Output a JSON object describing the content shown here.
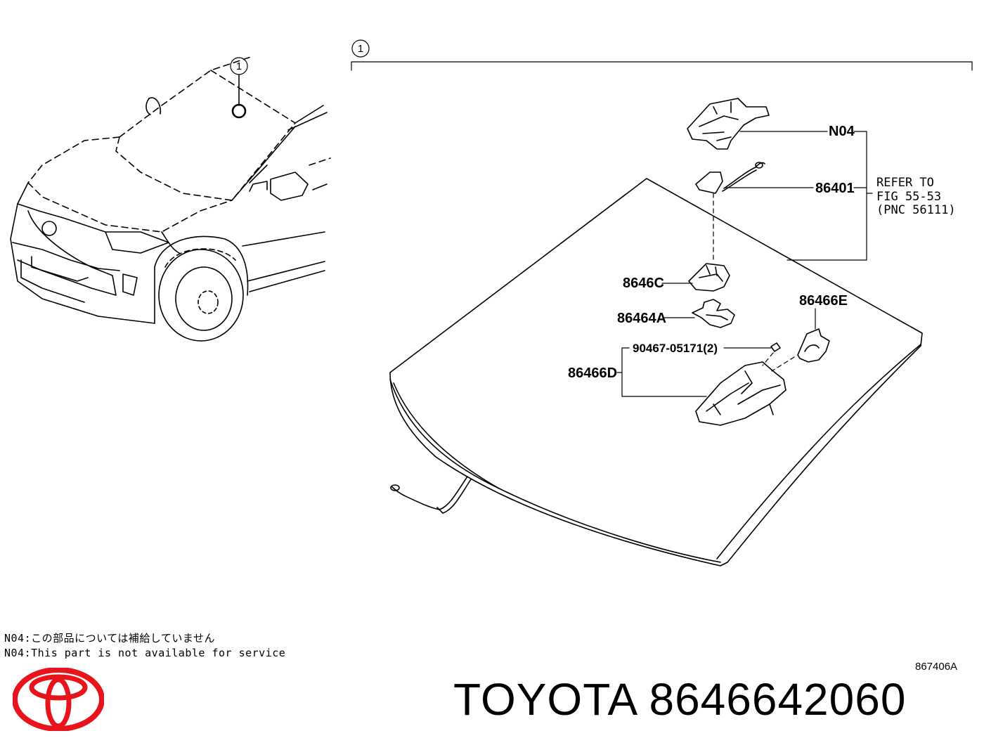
{
  "callout_index": "1",
  "parts": {
    "n04": "N04",
    "p86401": "86401",
    "p8646c": "8646C",
    "p86464a": "86464A",
    "p86466e": "86466E",
    "p90467": "90467-05171(2)",
    "p86466d": "86466D"
  },
  "refer": {
    "line1": "REFER TO",
    "line2": "FIG 55-53",
    "line3": "(PNC 56111)"
  },
  "notes": {
    "ja": "N04:この部品については補給していません",
    "en": "N04:This part is not available for service"
  },
  "figure_code": "867406A",
  "footer": {
    "brand": "TOYOTA",
    "part_number": "8646642060",
    "text": "TOYOTA 8646642060"
  },
  "colors": {
    "logo": "#e8141b",
    "ink": "#000000"
  }
}
